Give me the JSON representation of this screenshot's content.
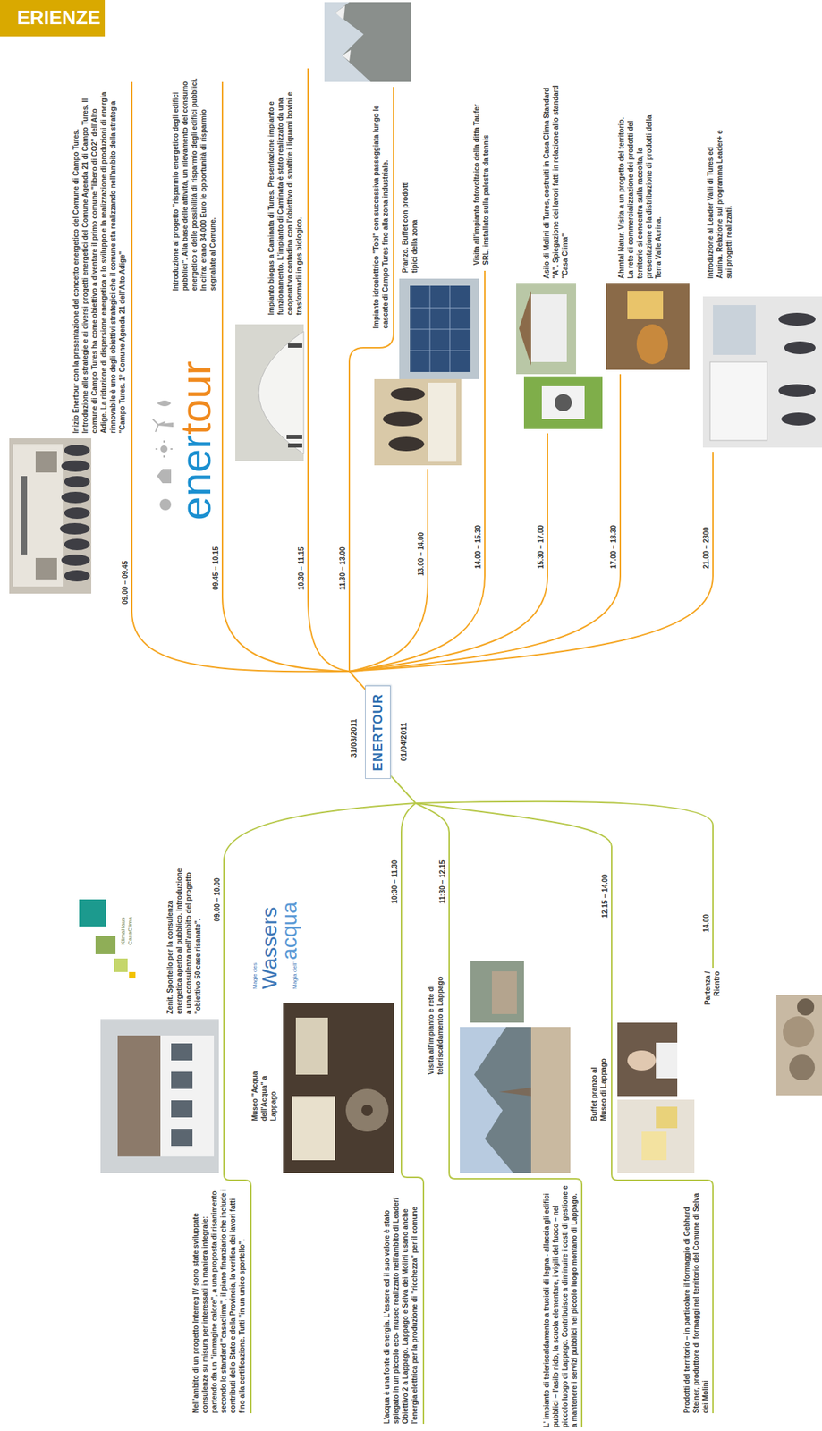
{
  "diagram": {
    "nodes": [
      {
        "text": [
          "ENERTOUR"
        ]
      }
    ],
    "labels": [
      "ERIENZE",
      "31/03/2011",
      "09.00 – 09.45",
      "Inizio Enertour con la presentazione del concetto energetico del Comune di Campo Tures. Introduzione alle strategie e ai diversi progetti energetici del Comune Agenda 21 di Campo Tures. Il comune di Campo Tures ha come obiettivo a diventare il primo comune \"libero di CO2\" dell'Alto Adige. La riduzione di dispersione energetica e lo sviluppo e la realizzazione di produzioni di energia rinnovabile è uno degli obiettivi strategici che il comune sta realizzando nell'ambito della strategia \"Campo Tures. 1° Comune Agenda 21 dell'Alto Adige\"",
      "09.45 – 10.15",
      "ener",
      "tour",
      "Introduzione al progetto \"risparmio energetico degli edifici pubblici\". Alla base delle attività, un rilevamento del consumo energetico e delle possibilità di risparmio degli edifici pubblici. In cifra: erano 34.000 Euro le opportunità di risparmio segnalate al Comune.",
      "10.30 – 11.15",
      "Impianto biogas a Caminata di Tures. Presentazione impianto e funzionamento. L'impianto di Caminata è stato realizzato da una cooperativa contadina con l'obiettivo di smaltire i liquami bovini e trasformarli in gas biologico.",
      "11.30 – 13.00",
      "Impianto idroelettrico \"Tobl\" con successiva passeggiata lungo le cascate di Campo Tures fino alla zona industriale.",
      "13.00 – 14.00",
      "Pranzo. Buffet con prodotti tipici della zona",
      "14.00 – 15.30",
      "Visita all'impianto fotovoltaico della ditta Taufer SRL, installato sulla palestra da tennis",
      "15.30 – 17.00",
      "Asilo di Molini di Tures, costruiti in Casa Clima Standard \"A\". Spiegazione dei lavori fatti in relazione allo standard \"Casa Clima\"",
      "17.00 – 18.30",
      "Ahrntal Natur. Visita a un progetto del territorio. La rete di commercializzazione dei prodotti del territorio si concentra sulla raccolta, la presentazione e la distribuzione di prodotti della Terra Valle Aurina.",
      "21.00 – 2300",
      "Introduzione al Leader Valli di Tures ed Aurina. Relazione sul programma Leader+ e sui progetti realizzati.",
      "01/04/2011",
      "09.00 – 10.00",
      "Zenit. Sportello per la consulenza energetica aperto al pubblico. Introduzione a una consulenza nell'ambito del progetto \"obiettivo 50 case risanate\".",
      "KlimaHaus",
      "CasaClima",
      "Nell'ambito di un progetto Interreg IV sono state sviluppate consulenze su misura per interessati in maniera integrale: partendo da un \"immagine calore\", a una proposta di risanimento secondo lo standard \"casaclima\", il piano finanziario che include i contributi dello Stato e della Provincia, la verifica dei lavori fatti fino alla certificazione. Tutti \"in un unico sportello\".",
      "10:30 – 11.30",
      "Magie des",
      "Wassers",
      "Magia dell'",
      "acqua",
      "Museo \"Acqua dell'Acqua\" a Lappago",
      "L'acqua è una fonte di energia. L'essere ed il suo valore è stato spiegato in un piccolo eco- museo realizzato nell'ambito di Leader/ Obiettivo 2 a Lappago. Lappago e Selva dei Molini usano anche l'energia elettrica per la produzione di \"ricchezza\" per il comune",
      "11:30 – 12.15",
      "Visita all'impianto e rete di teleriscaldamento a Lappago",
      "L' impianto di teleriscaldamento a trucioli di legna - allaccia gli edifici pubblici – l'asilo nido, la scuola elementare, i vigili del fuoco – nel piccolo luogo di Lappago. Contribuisce a diminuire i costi di gestione e a mantenere i servizi pubblici nel piccolo luogo montano di Lappago.",
      "12.15 – 14.00",
      "Buffet pranzo al Museo di Lappago",
      "Prodotti del territorio – in particolare il formaggio di Gebhard Steiner, produttore di formaggi nel territorio del Comune di Selva dei Molini",
      "14.00",
      "Partenza / Rientro"
    ]
  }
}
